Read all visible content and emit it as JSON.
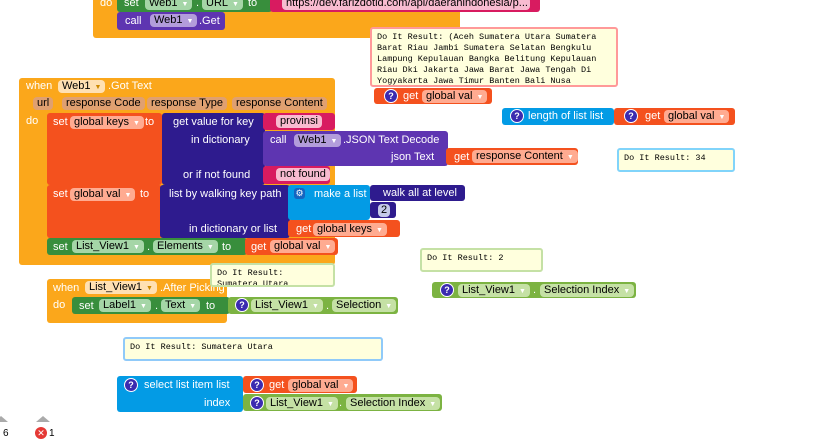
{
  "top": {
    "do": "do",
    "set": "set",
    "comp": "Web1",
    "dot": ".",
    "prop": "URL",
    "to": "to",
    "url": "https://dev.farizdotid.com/api/daerahindonesia/p...",
    "call": "call",
    "get_method": ".Get"
  },
  "result1": {
    "text": "Do It Result: (Aceh Sumatera Utara Sumatera Barat Riau Jambi Sumatera Selatan Bengkulu Lampung Kepulauan Bangka Belitung Kepulauan Riau Dki Jakarta Jawa Barat Jawa Tengah Di Yogyakarta Jawa Timur Banten Bali Nusa Tenggara Barat Nusa Tenggara Timur Kalimantan Barat Kalimantan Tengah Kalimantan Selatan Kalimantan Timur Kalimantan Utara Sulawesi Utara"
  },
  "getval1": {
    "get": "get",
    "var": "global val"
  },
  "length": {
    "label": "length of list  list",
    "get": "get",
    "var": "global val",
    "result": "Do It Result: 34"
  },
  "gottext": {
    "when": "when",
    "comp": "Web1",
    "event": ".Got Text",
    "params": [
      "url",
      "response Code",
      "response Type",
      "response Content"
    ],
    "do": "do",
    "set1": {
      "set": "set",
      "var": "global keys",
      "to": "to",
      "gvk": "get value for key",
      "key": "provinsi",
      "indict": "in dictionary",
      "call": "call",
      "comp": "Web1",
      "method": ".JSON Text Decode",
      "jsontext": "json Text",
      "get": "get",
      "param": "response Content",
      "notfound_lbl": "or if not found",
      "notfound": "not found"
    },
    "set2": {
      "set": "set",
      "var": "global val",
      "to": "to",
      "walk": "list by walking key path",
      "make": "make a list",
      "walkall": "walk all at level",
      "num": "2",
      "indictlist": "in dictionary or list",
      "get": "get",
      "getvar": "global keys"
    },
    "set3": {
      "set": "set",
      "comp": "List_View1",
      "dot": ".",
      "prop": "Elements",
      "to": "to",
      "get": "get",
      "var": "global val"
    }
  },
  "selidx": {
    "result": "Do It Result: 2",
    "comp": "List_View1",
    "dot": ".",
    "prop": "Selection Index"
  },
  "afterpick": {
    "when": "when",
    "comp": "List_View1",
    "event": ".After Picking",
    "do": "do",
    "set": "set",
    "label": "Label1",
    "dot": ".",
    "prop": "Text",
    "to": "to",
    "getcomp": "List_View1",
    "getprop": "Selection",
    "result": "Do It Result: Sumatera Utara"
  },
  "select": {
    "result": "Do It Result: Sumatera Utara",
    "label": "select list item  list",
    "get": "get",
    "var": "global val",
    "index": "index",
    "comp": "List_View1",
    "dot": ".",
    "prop": "Selection Index"
  },
  "status": {
    "warnings": "6",
    "errors": "1"
  }
}
